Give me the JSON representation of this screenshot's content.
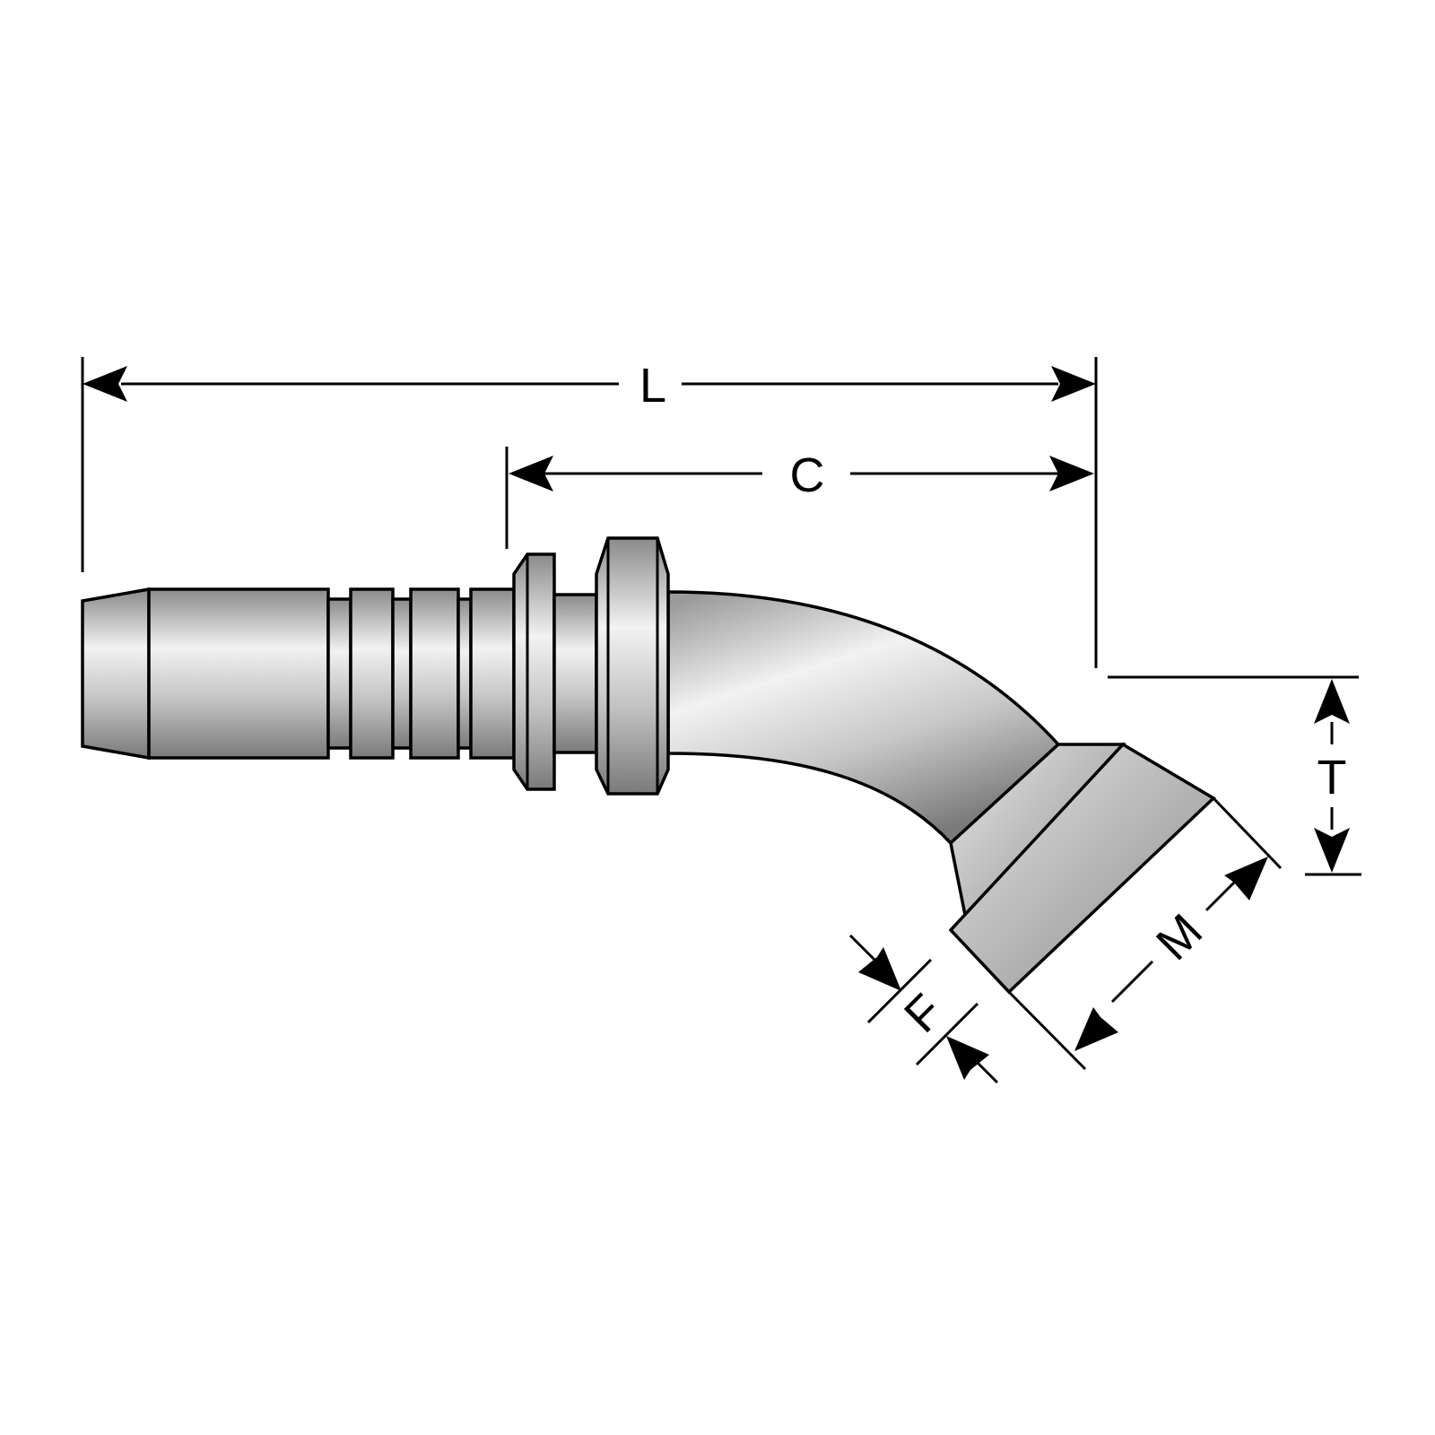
{
  "diagram": {
    "colors": {
      "line": "#000000",
      "metal_dark": "#8a8a8a",
      "metal_mid": "#c4c4c4",
      "metal_light": "#f2f2f2",
      "background": "#ffffff"
    },
    "dimensions": {
      "L": "L",
      "C": "C",
      "T": "T",
      "F": "F",
      "M": "M"
    }
  }
}
